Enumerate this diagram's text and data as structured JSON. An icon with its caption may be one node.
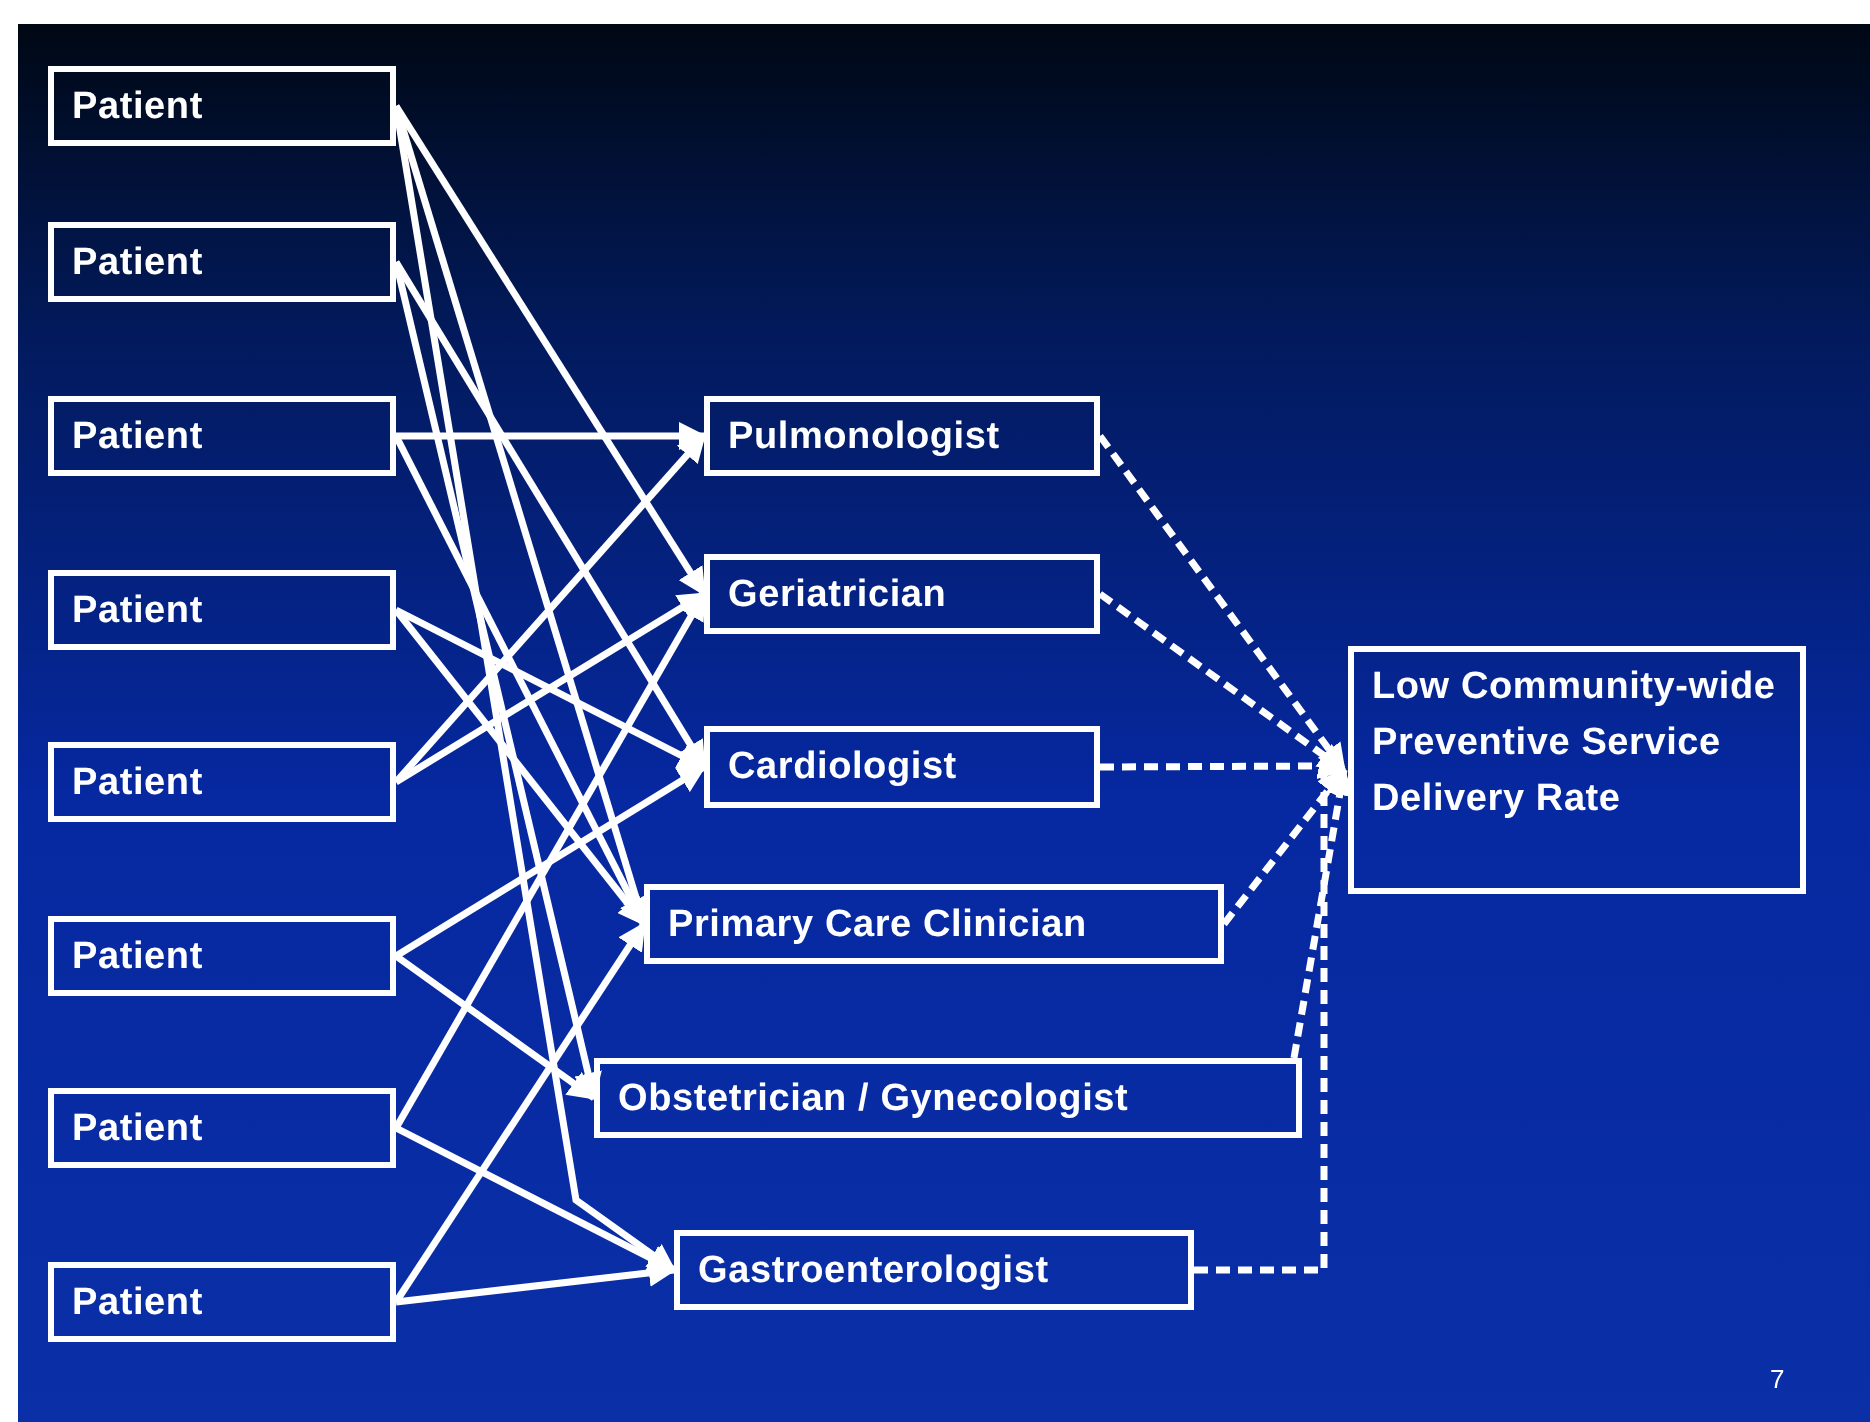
{
  "diagram": {
    "nodes": [
      {
        "text": [
          "Patient"
        ]
      },
      {
        "text": [
          "Patient"
        ]
      },
      {
        "text": [
          "Patient"
        ]
      },
      {
        "text": [
          "Patient"
        ]
      },
      {
        "text": [
          "Patient"
        ]
      },
      {
        "text": [
          "Patient"
        ]
      },
      {
        "text": [
          "Patient"
        ]
      },
      {
        "text": [
          "Patient"
        ]
      },
      {
        "text": [
          "Pulmonologist"
        ]
      },
      {
        "text": [
          "Geriatrician"
        ]
      },
      {
        "text": [
          "Cardiologist"
        ]
      },
      {
        "text": [
          "Primary Care Clinician"
        ]
      },
      {
        "text": [
          "Obstetrician / Gynecologist"
        ]
      },
      {
        "text": [
          "Gastroenterologist"
        ]
      },
      {
        "text": [
          "Low Community-wide Preventive Service Delivery Rate"
        ]
      }
    ],
    "edges": [
      {
        "from": 0,
        "to": 9,
        "arrow": "to"
      },
      {
        "from": 0,
        "to": 11,
        "arrow": "to"
      },
      {
        "from": 0,
        "to": 13,
        "arrow": "to"
      },
      {
        "from": 1,
        "to": 10,
        "arrow": "to"
      },
      {
        "from": 1,
        "to": 12,
        "arrow": "to"
      },
      {
        "from": 2,
        "to": 8,
        "arrow": "to"
      },
      {
        "from": 2,
        "to": 11,
        "arrow": "to"
      },
      {
        "from": 3,
        "to": 10,
        "arrow": "to"
      },
      {
        "from": 3,
        "to": 11,
        "arrow": "to"
      },
      {
        "from": 4,
        "to": 8,
        "arrow": "to"
      },
      {
        "from": 4,
        "to": 9,
        "arrow": "to"
      },
      {
        "from": 5,
        "to": 10,
        "arrow": "to"
      },
      {
        "from": 5,
        "to": 12,
        "arrow": "to"
      },
      {
        "from": 6,
        "to": 9,
        "arrow": "to"
      },
      {
        "from": 6,
        "to": 13,
        "arrow": "to"
      },
      {
        "from": 7,
        "to": 11,
        "arrow": "to"
      },
      {
        "from": 7,
        "to": 13,
        "arrow": "to"
      },
      {
        "from": 8,
        "to": 14,
        "arrow": "to",
        "style": "dashed"
      },
      {
        "from": 9,
        "to": 14,
        "arrow": "to",
        "style": "dashed"
      },
      {
        "from": 10,
        "to": 14,
        "arrow": "to",
        "style": "dashed"
      },
      {
        "from": 11,
        "to": 14,
        "arrow": "to",
        "style": "dashed"
      },
      {
        "from": 12,
        "to": 14,
        "arrow": "to",
        "style": "dashed"
      },
      {
        "from": 13,
        "to": 14,
        "arrow": "to",
        "style": "dashed"
      }
    ],
    "labels": [
      "7"
    ]
  }
}
